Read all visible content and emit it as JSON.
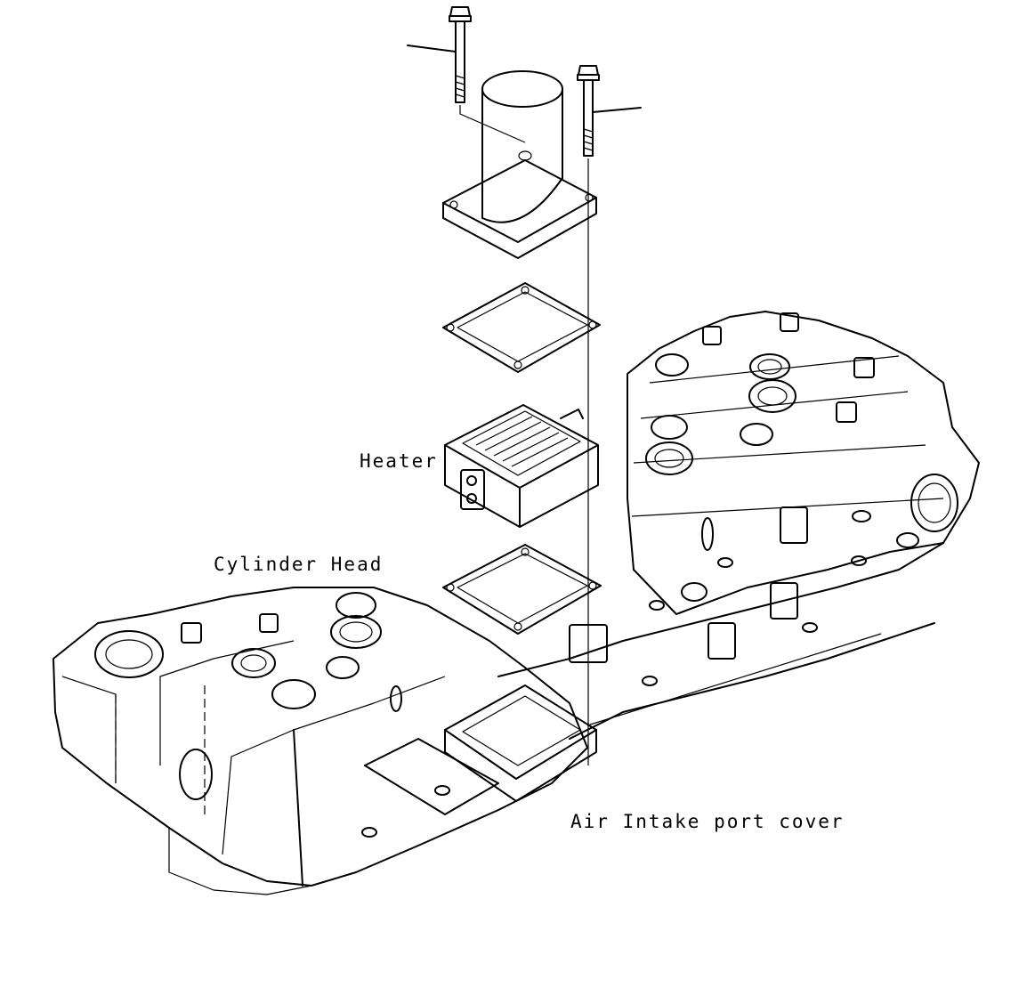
{
  "labels": {
    "heater": "Heater",
    "cylinder_head": "Cylinder Head",
    "air_intake_port_cover": "Air Intake port cover"
  }
}
